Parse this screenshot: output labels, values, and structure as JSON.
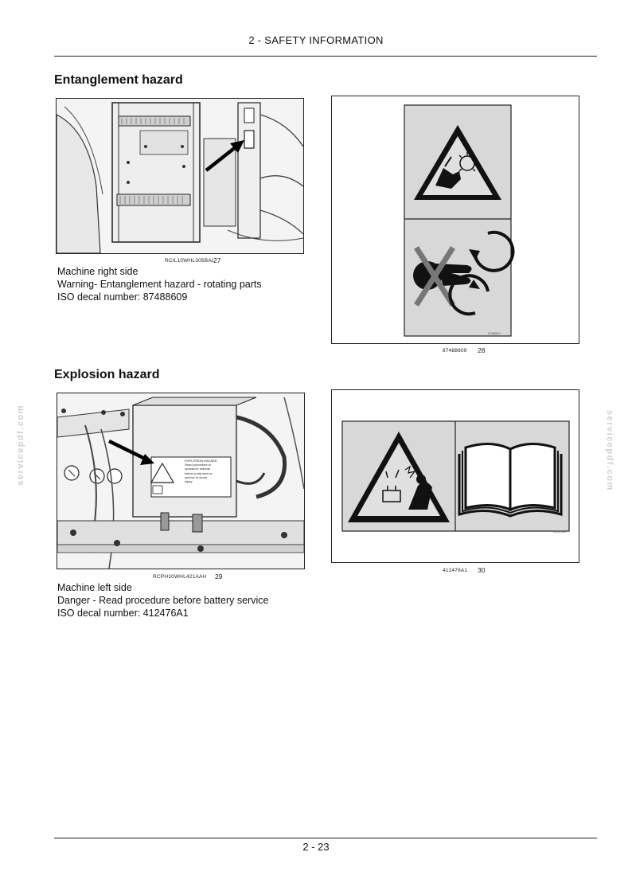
{
  "header": {
    "title": "2 - SAFETY INFORMATION"
  },
  "sections": [
    {
      "title": "Entanglement hazard",
      "photo": {
        "code": "RCIL10WHL305BAL",
        "number": "27"
      },
      "decal": {
        "code": "87488609",
        "number": "28",
        "small_label": "87488609"
      },
      "caption": [
        "Machine right side",
        "Warning- Entanglement hazard - rotating parts",
        "ISO decal number: 87488609"
      ]
    },
    {
      "title": "Explosion hazard",
      "photo": {
        "code": "RCPH10WHL421AAH",
        "number": "29",
        "decal_text": [
          "EXPLOSION HAZARD",
          "Read procedure in",
          "operator's manual",
          "before jump start or",
          "service to avoid",
          "injury."
        ]
      },
      "decal": {
        "code": "412476A1",
        "number": "30",
        "small_label": "412476A1"
      },
      "caption": [
        "Machine left side",
        "Danger - Read procedure before battery service",
        "ISO decal number: 412476A1"
      ]
    }
  ],
  "watermark": "servicepdf.com",
  "footer": {
    "page_number": "2 - 23"
  }
}
